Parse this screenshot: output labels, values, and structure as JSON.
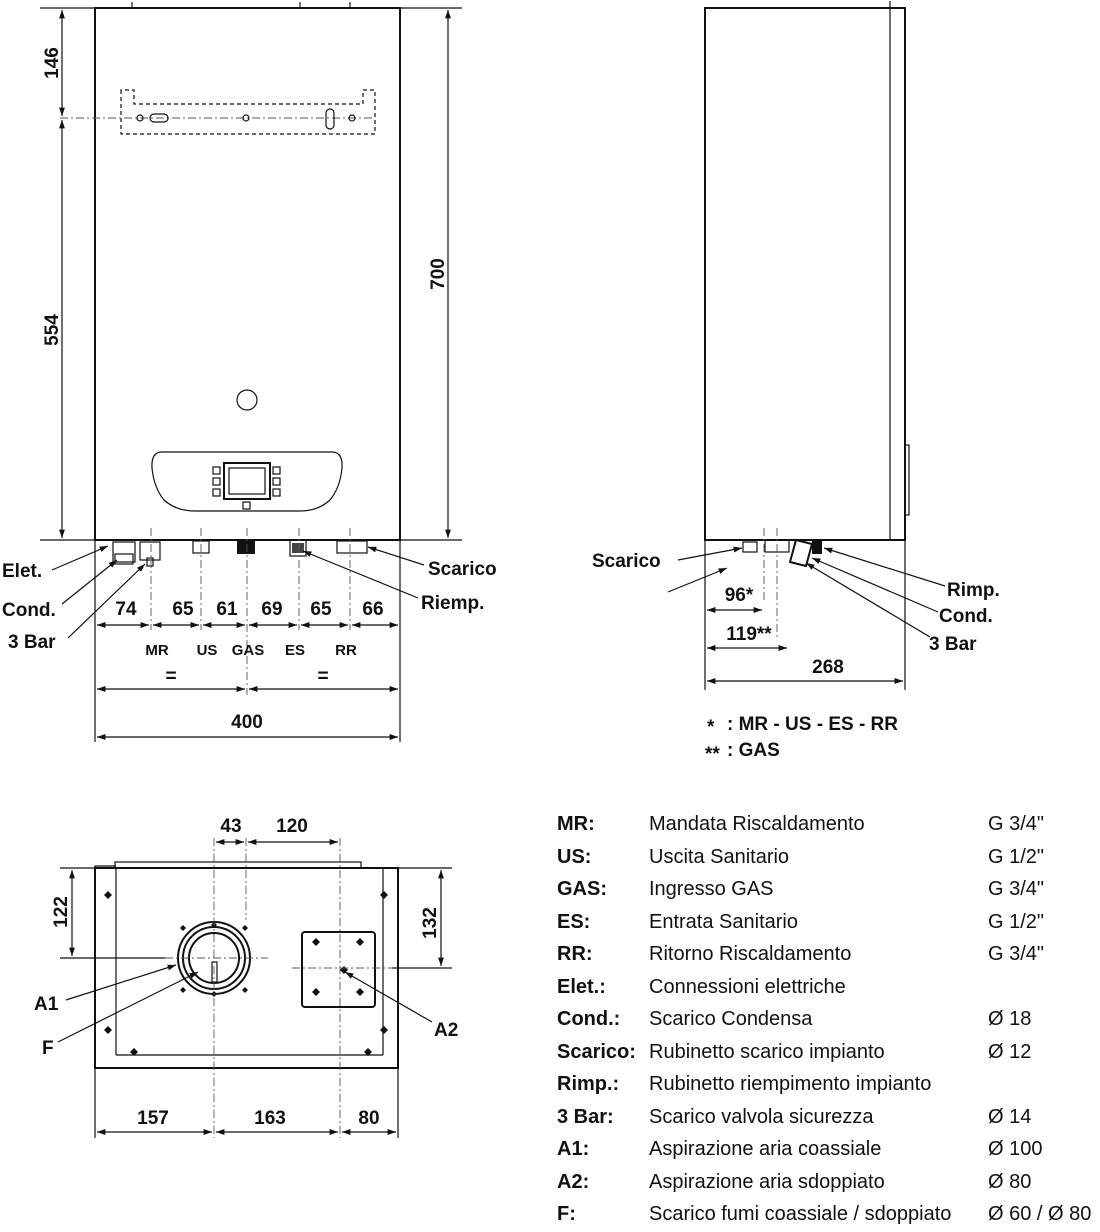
{
  "front_view": {
    "dims_vertical": [
      "146",
      "554",
      "700"
    ],
    "dims_horizontal": [
      "74",
      "65",
      "61",
      "69",
      "65",
      "66"
    ],
    "connections": [
      "MR",
      "US",
      "GAS",
      "ES",
      "RR"
    ],
    "equal_marks": [
      "=",
      "="
    ],
    "total_width": "400",
    "callouts": {
      "elet": "Elet.",
      "cond": "Cond.",
      "bar3": "3 Bar",
      "scarico": "Scarico",
      "riemp": "Riemp."
    }
  },
  "side_view": {
    "scarico": "Scarico",
    "rimp": "Rimp.",
    "cond": "Cond.",
    "bar3": "3 Bar",
    "dim_96": "96*",
    "dim_119": "119**",
    "depth": "268",
    "note1_mark": "*",
    "note1_text": ": MR - US - ES - RR",
    "note2_mark": "**",
    "note2_text": ": GAS"
  },
  "top_view": {
    "dim_43": "43",
    "dim_120": "120",
    "dim_122": "122",
    "dim_132": "132",
    "dim_157": "157",
    "dim_163": "163",
    "dim_80": "80",
    "a1": "A1",
    "a2": "A2",
    "f": "F"
  },
  "legend": [
    {
      "code": "MR:",
      "desc": "Mandata Riscaldamento",
      "value": "G 3/4\""
    },
    {
      "code": "US:",
      "desc": "Uscita Sanitario",
      "value": "G 1/2\""
    },
    {
      "code": "GAS:",
      "desc": "Ingresso GAS",
      "value": "G 3/4\""
    },
    {
      "code": "ES:",
      "desc": "Entrata Sanitario",
      "value": "G 1/2\""
    },
    {
      "code": "RR:",
      "desc": "Ritorno Riscaldamento",
      "value": "G 3/4\""
    },
    {
      "code": "Elet.:",
      "desc": "Connessioni elettriche",
      "value": ""
    },
    {
      "code": "Cond.:",
      "desc": "Scarico Condensa",
      "value": "Ø 18"
    },
    {
      "code": "Scarico:",
      "desc": "Rubinetto scarico impianto",
      "value": "Ø 12"
    },
    {
      "code": "Rimp.:",
      "desc": "Rubinetto riempimento impianto",
      "value": ""
    },
    {
      "code": "3 Bar:",
      "desc": "Scarico valvola sicurezza",
      "value": "Ø 14"
    },
    {
      "code": "A1:",
      "desc": "Aspirazione aria coassiale",
      "value": "Ø 100"
    },
    {
      "code": "A2:",
      "desc": "Aspirazione aria sdoppiato",
      "value": "Ø 80"
    },
    {
      "code": "F:",
      "desc": "Scarico fumi coassiale / sdoppiato",
      "value": "Ø 60 / Ø 80"
    }
  ]
}
